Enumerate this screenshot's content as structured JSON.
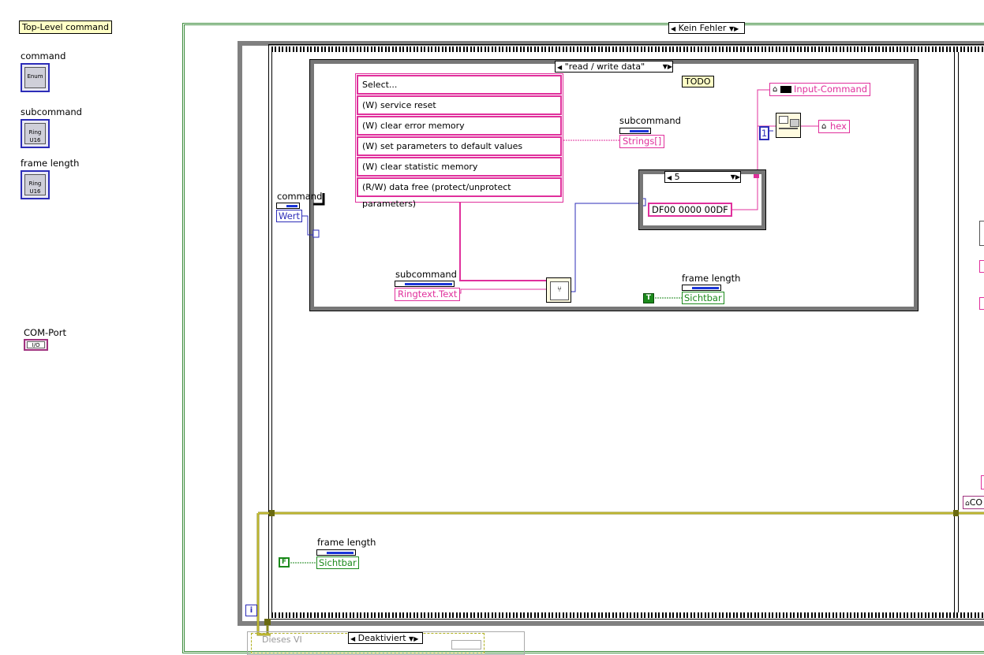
{
  "panel": {
    "top_level_label": "Top-Level  command",
    "command_label": "command",
    "command_term_text": "Enum",
    "subcommand_label": "subcommand",
    "subcommand_term_text": "Ring",
    "frame_length_label": "frame length",
    "frame_length_term_text": "Ring",
    "u16": "U16",
    "com_port_label": "COM-Port",
    "com_port_term_text": "I/O"
  },
  "diagram": {
    "error_case_selector": "Kein Fehler",
    "inner_case_selector": "\"read / write  data\"",
    "todo_label": "TODO",
    "ring_items": [
      "Select...",
      "(W) service reset",
      "(W) clear error memory",
      "(W) set parameters to default values",
      "(W) clear statistic memory",
      "(R/W) data free (protect/unprotect parameters)"
    ],
    "subcommand_node_top_label": "subcommand",
    "subcommand_node_top_prop": "Strings[]",
    "command_node_label": "command",
    "command_node_prop": "Wert",
    "subcommand_node_bottom_label": "subcommand",
    "subcommand_node_bottom_prop": "Ringtext.Text",
    "frame_length_node_label": "frame length",
    "frame_length_node_prop": "Sichtbar",
    "true_constant": "T",
    "false_constant": "F",
    "case_5_selector": "5",
    "hex_constant": "DF00 0000 00DF",
    "input_command_local": "Input-Command",
    "hex_local": "hex",
    "numeric_constant": "1",
    "frame_length_node2_label": "frame length",
    "frame_length_node2_prop": "Sichtbar",
    "loop_iteration": "i",
    "disabled_selector": "Deaktiviert",
    "disabled_text": "Dieses VI",
    "right_co_text": "CO"
  }
}
